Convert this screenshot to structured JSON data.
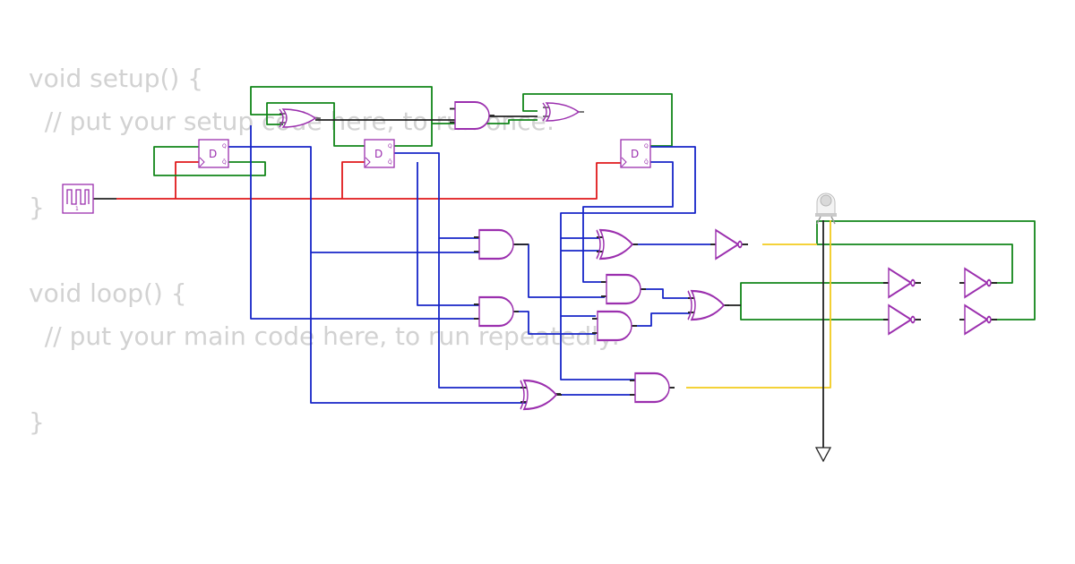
{
  "editor": {
    "code_lines": [
      "void setup() {",
      "  // put your setup code here, to run once:",
      "",
      "}",
      "",
      "void loop() {",
      "  // put your main code here, to run repeatedly:",
      "",
      "}"
    ]
  },
  "circuit": {
    "flip_flop_label": "D",
    "flip_flop_pin_q": "Q",
    "flip_flop_pin_qbar": "Q̄",
    "clock_value": "1",
    "wire_colors": {
      "clock": "#e0191b",
      "feedback": "#12861a",
      "signal": "#1726c8",
      "output": "#f2cb1d",
      "ground": "#222222"
    },
    "component_color": "#9b2fae"
  }
}
